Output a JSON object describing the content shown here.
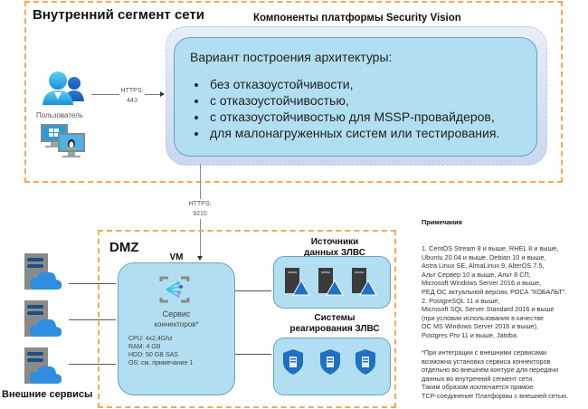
{
  "zones": {
    "internal": {
      "title": "Внутренний сегмент сети"
    },
    "dmz": {
      "title": "DMZ"
    },
    "external": {
      "title": "Внешние сервисы"
    }
  },
  "platform": {
    "title": "Компоненты платформы Security Vision",
    "heading": "Вариант построения архитектуры:",
    "variants": [
      "без отказоустойчивости,",
      "с отказоустойчивостью,",
      "с отказоустойчивостью для MSSP-провайдеров,",
      "для малонагруженных систем или тестирования."
    ]
  },
  "user": {
    "label": "Пользователь",
    "protocol": "HTTPS:",
    "port": "443"
  },
  "link_dmz": {
    "protocol": "HTTPS:",
    "port": "9210"
  },
  "vm": {
    "title": "VM",
    "service_line1": "Сервис",
    "service_line2": "коннекторов*",
    "specs": [
      "CPU: 4x2,4Ghz",
      "RAM: 4 GB",
      "HDD: 50 GB SAS",
      "OS: см. примечание 1"
    ]
  },
  "sources": {
    "title_line1": "Источники",
    "title_line2": "данных ЗЛВС"
  },
  "response": {
    "title_line1": "Системы",
    "title_line2": "реагирования ЗЛВС"
  },
  "notes": {
    "title": "Примечания",
    "lines": [
      "1. CentOS Stream 8 и выше, RHEL 8 и выше,",
      "Ubuntu 20.04 и выше, Debian 10 и выше,",
      "Astra Linux SE, AlmaLinux 9, AlterOS 7.5,",
      "Альт Сервер 10 и выше, Альт 8 СП,",
      "Microsoft Windows Server 2016 и выше,",
      "РЕД ОС актуальной версии, РОСА \"КОБАЛЬТ\".",
      "2. PostgreSQL 11 и выше,",
      "Microsoft SQL Server Standard 2016 и выше",
      "(при условии использования в качестве",
      "ОС MS Windows Server 2016 и выше),",
      "Postgres Pro 11 и выше, Jatoba.",
      "",
      "*При интеграции с внешними сервисами",
      "возможна установка сервиса коннекторов",
      "отдельно во внешнем контуре для передачи",
      "данных во внутренний сегмент сети.",
      "Таким образом исключается прямое",
      "TCP-соединение Платформы с внешней сетью."
    ]
  },
  "colors": {
    "zone_border": "#f5a855",
    "box_fill": "#b1def0",
    "box_border": "#6aa2c4"
  }
}
